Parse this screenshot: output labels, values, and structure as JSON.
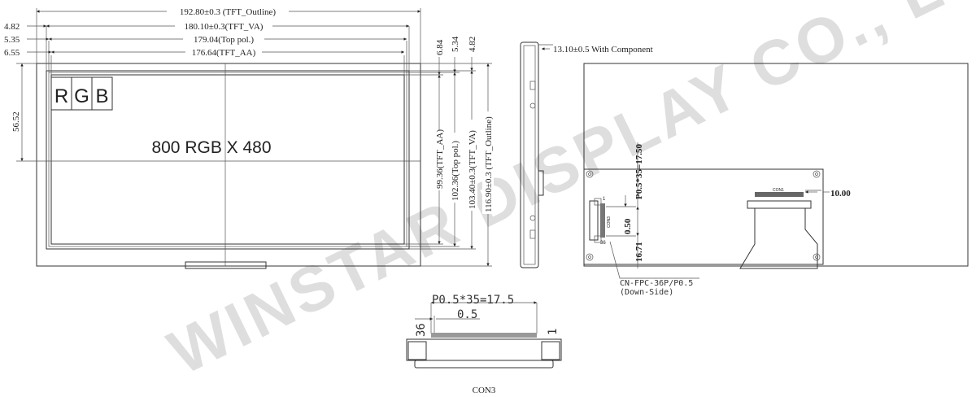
{
  "front_view": {
    "dims_horizontal": [
      {
        "label": "192.80±0.3 (TFT_Outline)"
      },
      {
        "label": "180.10±0.3(TFT_VA)",
        "offset": "4.82"
      },
      {
        "label": "179.04(Top pol.)",
        "offset": "5.35"
      },
      {
        "label": "176.64(TFT_AA)",
        "offset": "6.55"
      }
    ],
    "dim_left": "56.52",
    "dims_top_right": [
      "6.84",
      "5.34",
      "4.82"
    ],
    "dims_vertical": [
      "99.36(TFT_AA)",
      "102.36(Top pol.)",
      "103.40±0.3(TFT_VA)",
      "116.90±0.3 (TFT_Outline)"
    ],
    "rgb_cells": [
      "R",
      "G",
      "B"
    ],
    "resolution_label": "800 RGB X 480"
  },
  "side_view": {
    "thickness_label": "13.10±0.5 With Component"
  },
  "back_view": {
    "pitch_label": "P0.5*35=17.50",
    "pin_pitch": "0.50",
    "offset": "16.71",
    "right_dim": "10.00",
    "pin1": "1",
    "pin36": "36",
    "connector_small_label": "CON3",
    "connector_top_label": "CON1",
    "fpc_label": "CN-FPC-36P/P0.5",
    "fpc_side": "(Down-Side)"
  },
  "con3_detail": {
    "pitch_total": "P0.5*35=17.5",
    "pitch": "0.5",
    "pin_first": "36",
    "pin_last": "1",
    "title": "CON3"
  },
  "watermark": "WINSTAR DISPLAY CO., LTD."
}
